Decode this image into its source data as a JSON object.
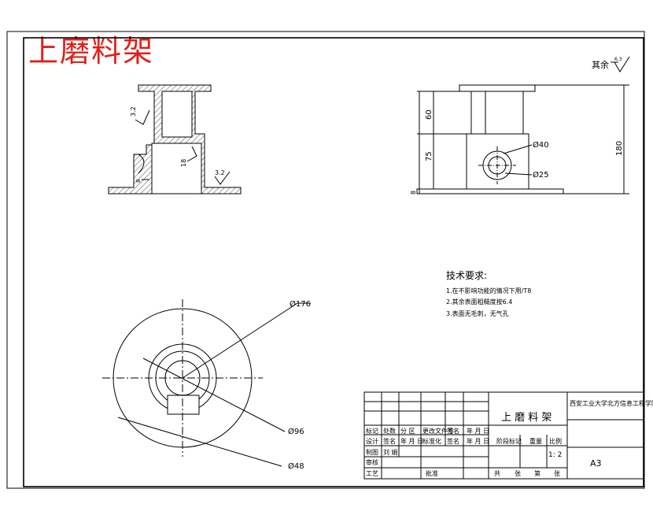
{
  "drawing": {
    "big_title": "上磨料架",
    "roughness_other": {
      "label": "其余",
      "value": "6.3"
    },
    "dimensions": {
      "left_view_rough_a": "3.2",
      "left_view_rough_b": "3.2",
      "left_view_depth": "18",
      "left_view_small": "8",
      "right_h1": "60",
      "right_h2": "75",
      "right_h3": "8",
      "right_total": "180",
      "right_d_outer": "Ø40",
      "right_d_inner": "Ø25",
      "top_d_outer": "Ø176",
      "top_d_mid": "Ø96",
      "top_d_inner": "Ø48"
    },
    "tech_req": {
      "heading": "技术要求:",
      "lines": [
        "1.在不影响功能的情况下用/T8",
        "2.其余表面粗糙度按6.4",
        "3.表面无毛刺，无气孔"
      ]
    }
  },
  "title_block": {
    "part_name": "上 磨 料 架",
    "school": "西安工业大学北方信息工程学院",
    "ratio": "1: 2",
    "sheet_size": "A3",
    "row_labels": [
      "标记",
      "设计",
      "制图",
      "审核",
      "工艺"
    ],
    "header_row": [
      "标记",
      "处数",
      "分 区",
      "更改文件号",
      "签名",
      "年 月 日"
    ],
    "sign_row": [
      "设计",
      "签名",
      "年 月 日",
      "标准化",
      "签名",
      "年 月 日"
    ],
    "draw_name": "刘 娟",
    "approve": "批准",
    "stage_label": "阶段标记",
    "weight_label": "重量",
    "scale_label": "比例",
    "sheets_text": [
      "共",
      "张",
      "第",
      "张"
    ]
  }
}
